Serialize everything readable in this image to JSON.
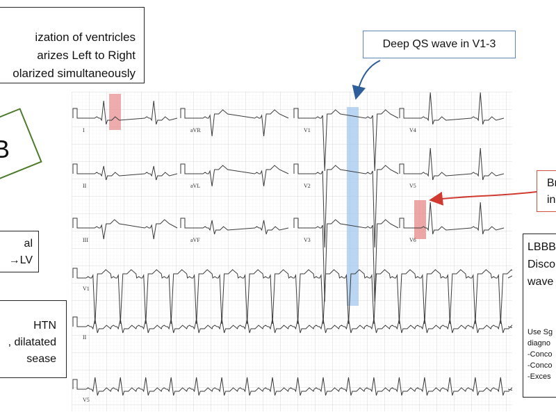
{
  "callouts": {
    "depolarization": {
      "lines": [
        "ization of ventricles",
        "arizes Left to Right",
        "olarized simultaneously"
      ]
    },
    "deep_qs": {
      "text": "Deep QS wave in V1-3"
    },
    "broad": {
      "lines": [
        "Br",
        "in"
      ]
    },
    "middle_left": {
      "lines": [
        "al",
        "→LV"
      ]
    },
    "causes": {
      "lines": [
        "HTN",
        ", dilatated",
        "sease"
      ]
    },
    "lbbb": {
      "lines": [
        "LBBB",
        "Disco",
        "wave"
      ],
      "small_lines": [
        "Use Sg",
        "diagno",
        "-Conco",
        "-Conco",
        "-Exces"
      ]
    },
    "badge": {
      "text": "B"
    }
  },
  "ecg": {
    "lead_labels": {
      "row1": [
        "I",
        "aVR",
        "V1",
        "V4"
      ],
      "row2": [
        "II",
        "aVL",
        "V2",
        "V5"
      ],
      "row3": [
        "III",
        "aVF",
        "V3",
        "V6"
      ],
      "rhythm": [
        "V1",
        "II",
        "V5"
      ]
    }
  },
  "colors": {
    "grid_minor": "#f0f0f0",
    "grid_major": "#cfcfcf",
    "trace": "#3a3a3a",
    "highlight_red": "#e89090",
    "highlight_blue": "#9ec4ee",
    "arrow_blue": "#2f5f9a",
    "arrow_red": "#d03a30",
    "badge_border": "#4a7a2a"
  }
}
